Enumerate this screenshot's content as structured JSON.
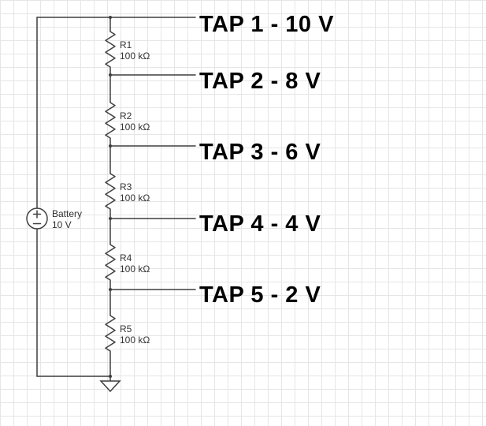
{
  "diagram": {
    "type": "voltage-divider-schematic",
    "battery": {
      "label": "Battery",
      "voltage": "10 V"
    },
    "resistors": [
      {
        "name": "R1",
        "value": "100 kΩ"
      },
      {
        "name": "R2",
        "value": "100 kΩ"
      },
      {
        "name": "R3",
        "value": "100 kΩ"
      },
      {
        "name": "R4",
        "value": "100 kΩ"
      },
      {
        "name": "R5",
        "value": "100 kΩ"
      }
    ],
    "taps": [
      {
        "label": "TAP 1 - 10 V"
      },
      {
        "label": "TAP 2 - 8 V"
      },
      {
        "label": "TAP 3 - 6 V"
      },
      {
        "label": "TAP 4 - 4 V"
      },
      {
        "label": "TAP 5 - 2 V"
      }
    ],
    "colors": {
      "wire": "#3f3f3f",
      "grid": "#e6e6e6",
      "text": "#000000",
      "background": "#ffffff"
    }
  }
}
